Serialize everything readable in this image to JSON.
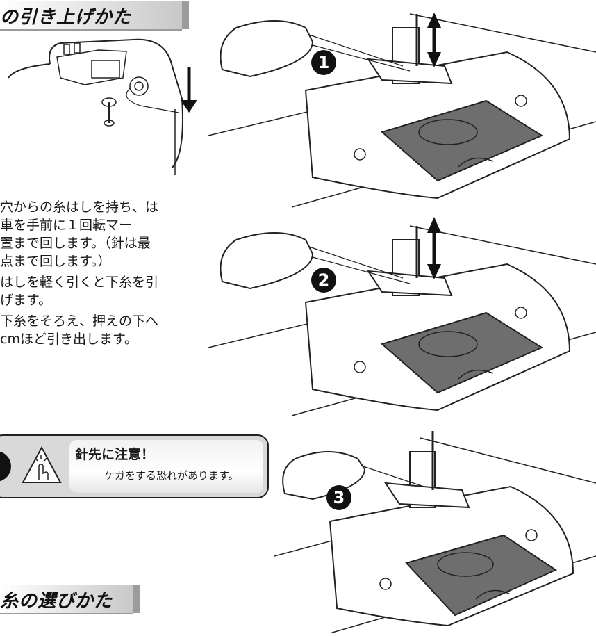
{
  "header": {
    "title": "の引き上げかた"
  },
  "instructions": [
    "穴からの糸はしを持ち、は",
    "車を手前に１回転マー",
    "置まで回します。（針は最",
    "点まで回します。）",
    "はしを軽く引くと下糸を引",
    "げます。",
    "下糸をそろえ、押えの下へ",
    "cmほど引き出します。"
  ],
  "caution": {
    "title": "針先に注意！",
    "message": "ケガをする恐れがあります。"
  },
  "steps": [
    {
      "number": "1"
    },
    {
      "number": "2"
    },
    {
      "number": "3"
    }
  ],
  "footer": {
    "title": "糸の選びかた"
  },
  "icons": {
    "arrow": "up-down-arrow-icon",
    "hazard": "finger-hazard-icon"
  },
  "colors": {
    "plate_dark": "#6e6e6e",
    "ink": "#111111"
  }
}
